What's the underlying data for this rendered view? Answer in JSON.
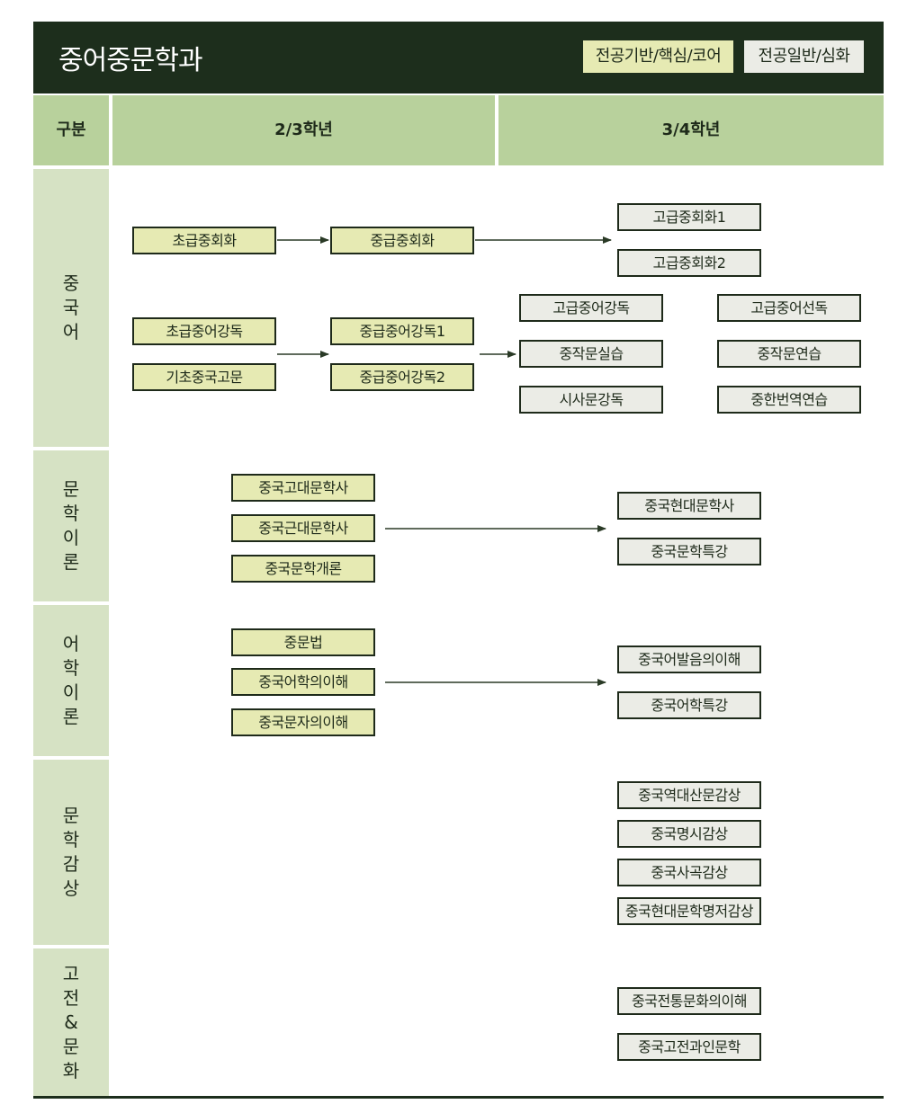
{
  "header": {
    "title": "중어중문학과",
    "legend_core": "전공기반/핵심/코어",
    "legend_advanced": "전공일반/심화"
  },
  "columns": {
    "category": "구분",
    "year23": "2/3학년",
    "year34": "3/4학년"
  },
  "rows": [
    {
      "label": "중국어"
    },
    {
      "label": "문학이론"
    },
    {
      "label": "어학이론"
    },
    {
      "label": "문학감상"
    },
    {
      "label": "고전&문화"
    }
  ],
  "courses": {
    "c1": "초급중회화",
    "c2": "중급중회화",
    "c3": "고급중회화1",
    "c4": "고급중회화2",
    "c5": "초급중어강독",
    "c6": "기초중국고문",
    "c7": "중급중어강독1",
    "c8": "중급중어강독2",
    "c9": "고급중어강독",
    "c10": "중작문실습",
    "c11": "시사문강독",
    "c12": "고급중어선독",
    "c13": "중작문연습",
    "c14": "중한번역연습",
    "l1": "중국고대문학사",
    "l2": "중국근대문학사",
    "l3": "중국문학개론",
    "l4": "중국현대문학사",
    "l5": "중국문학특강",
    "g1": "중문법",
    "g2": "중국어학의이해",
    "g3": "중국문자의이해",
    "g4": "중국어발음의이해",
    "g5": "중국어학특강",
    "a1": "중국역대산문감상",
    "a2": "중국명시감상",
    "a3": "중국사곡감상",
    "a4": "중국현대문학명저감상",
    "h1": "중국전통문화의이해",
    "h2": "중국고전과인문학"
  }
}
